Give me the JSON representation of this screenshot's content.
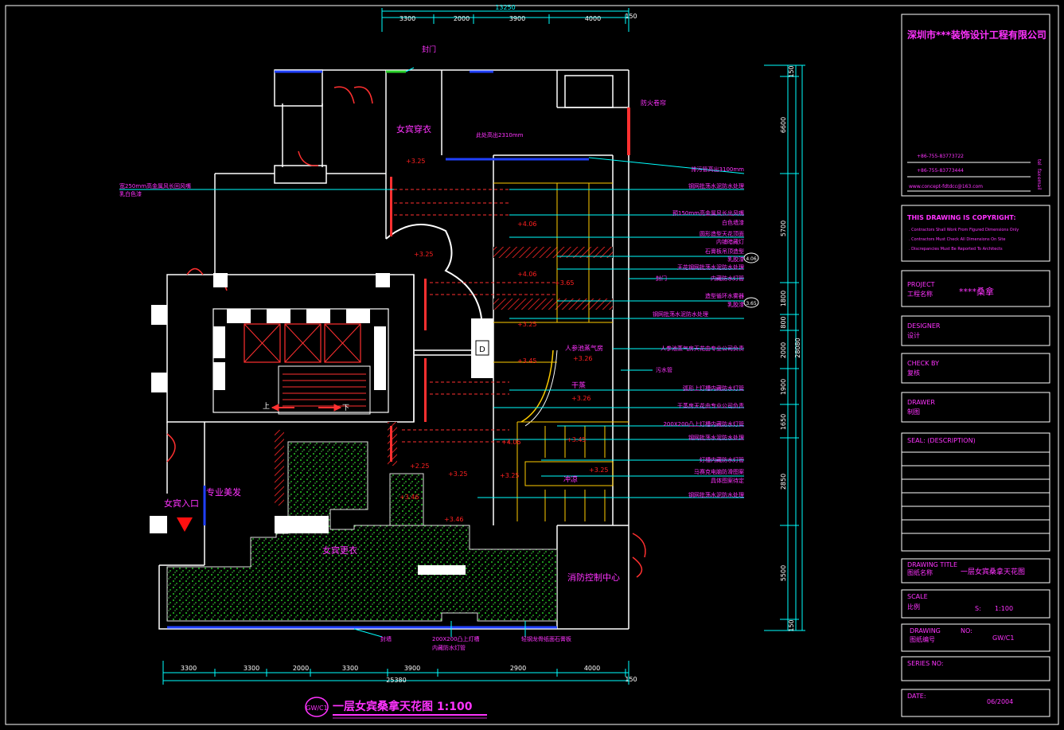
{
  "title_block": {
    "company": "深圳市***装饰设计工程有限公司",
    "contact": {
      "tel": "+86-755-83773722",
      "fax": "+86-755-83773444",
      "email": "www.concept-fdtdcc@163.com",
      "side_tel": "tel",
      "side_fax": "fax",
      "side_email": "email"
    },
    "copyright": {
      "heading": "THIS DRAWING IS COPYRIGHT:",
      "lines": [
        ". Contractors Shall Work From Figured Dimensions Only",
        ". Contractors Must Check All Dimensions On Site",
        ". Discrepancies Must Be Reported To Architects"
      ]
    },
    "project": {
      "label_en": "PROJECT",
      "label_cn": "工程名称",
      "value": "****桑拿"
    },
    "designer": {
      "label_en": "DESIGNER",
      "label_cn": "设计"
    },
    "check": {
      "label_en": "CHECK BY",
      "label_cn": "复核"
    },
    "drawer": {
      "label_en": "DRAWER",
      "label_cn": "制图"
    },
    "seal": {
      "label": "SEAL: (DESCRIPTION)"
    },
    "drawing_title": {
      "label_en": "DRAWING TITLE",
      "label_cn": "图纸名称",
      "value": "一层女宾桑拿天花图"
    },
    "scale": {
      "label_en": "SCALE",
      "label_cn": "比例",
      "s": "S:",
      "value": "1:100"
    },
    "drawing_no": {
      "label_en": "DRAWING",
      "no": "NO:",
      "label_cn": "图纸编号",
      "value": "GW/C1"
    },
    "series": {
      "label": "SERIES NO:"
    },
    "date": {
      "label": "DATE:",
      "value": "06/2004"
    }
  },
  "drawing": {
    "caption": "一层女宾桑拿天花图 1:100",
    "caption_tag": "GW/C1",
    "top_dims": {
      "total": "13250",
      "segments": [
        "3300",
        "2000",
        "3900",
        "4000",
        "150"
      ]
    },
    "bottom_dims": {
      "total": "25380",
      "segments": [
        "3300",
        "3300",
        "2000",
        "3300",
        "3900",
        "2900",
        "4000",
        "150"
      ]
    },
    "right_dims": {
      "total": "28080",
      "segments": [
        "150",
        "6600",
        "5700",
        "1800",
        "800",
        "2000",
        "1900",
        "1650",
        "2850",
        "5500",
        "150"
      ]
    },
    "rooms": [
      {
        "text": "女宾穿衣",
        "color": "#ff33ff"
      },
      {
        "text": "专业美发",
        "color": "#ff33ff"
      },
      {
        "text": "女宾入口",
        "color": "#ff33ff"
      },
      {
        "text": "女宾更衣",
        "color": "#ff33ff"
      },
      {
        "text": "消防控制中心",
        "color": "#ff33ff"
      },
      {
        "text": "干蒸",
        "color": "#ff33ff"
      },
      {
        "text": "冲凉",
        "color": "#ff33ff"
      }
    ],
    "notes_right": [
      "防火卷帘",
      "排污管高出3100mm",
      "钢网批荡水泥防水处理",
      "预150mm高金属风长出风嘴",
      "白色墙漆",
      "圆形造型天花顶面",
      "内铺暗藏灯",
      "石膏板吊顶造型",
      "乳胶漆",
      "天花钢网批荡水泥防水处理",
      "封门",
      "内藏防水灯管",
      "造型循环水雾器",
      "乳胶漆",
      "钢网批荡水泥防水处理",
      "人参池蒸气房天花由专业公司负责",
      "污水管",
      "弧形上灯槽内藏防水灯管",
      "干蒸房天花由专业公司负责",
      "200X200凸上灯槽内藏防水灯管",
      "钢网批荡水泥防水处理",
      "灯槽内藏防水灯管",
      "马赛克电脑防滑图案",
      "具体图案待定",
      "钢网批荡水泥防水处理"
    ],
    "notes_other": {
      "door_top": "封门",
      "clear_h": "此处高出2310mm",
      "air_vent": "宽250mm高金属风长回风嘴",
      "air_vent2": "乳白色漆",
      "bottom1": "封墙",
      "bottom2": "200X200凸上灯槽",
      "bottom3": "内藏防水灯管",
      "bottom4": "轻钢龙骨纸面石膏板",
      "steam": "人参池蒸气房"
    },
    "levels": [
      "+3.25",
      "+3.25",
      "+4.06",
      "+4.06",
      "+3.25",
      "+3.65",
      "+3.45",
      "+3.26",
      "+3.26",
      "+3.45",
      "+3.25",
      "+4.06",
      "+2.25",
      "+3.25",
      "+3.46",
      "+3.46",
      "+3.25"
    ],
    "stair_marks": {
      "up": "上",
      "down": "下"
    },
    "bubble": "D",
    "markers": [
      "3.65",
      "4.06"
    ]
  }
}
